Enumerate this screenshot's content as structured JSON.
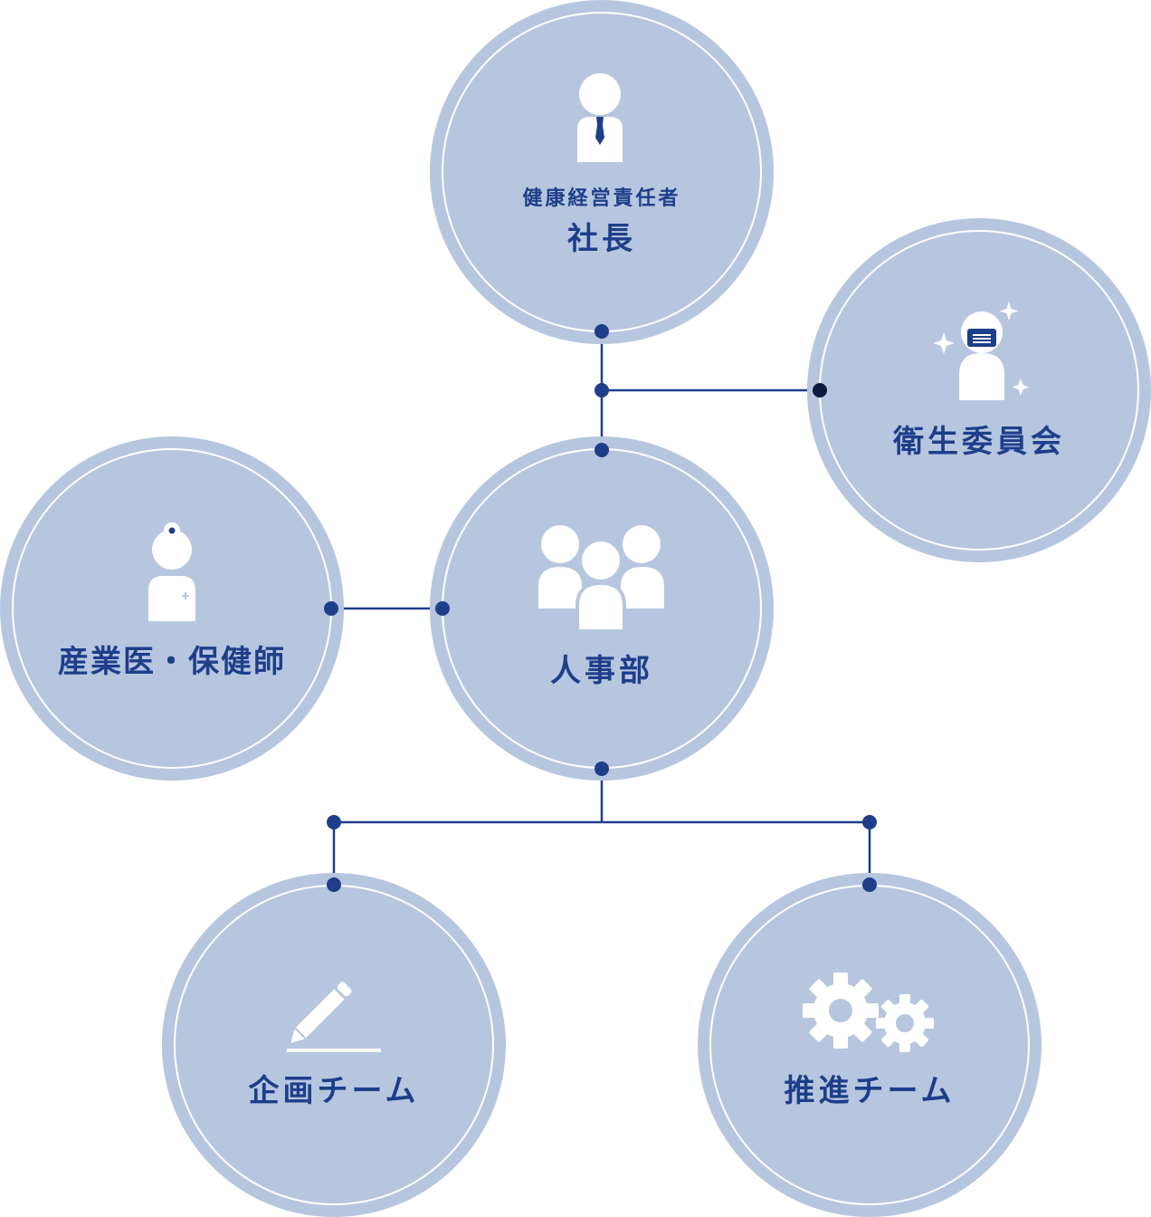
{
  "diagram": {
    "colors": {
      "circle_fill": "#b7c6df",
      "line": "#1e3e8a",
      "label": "#1e3e8a",
      "icon": "#ffffff"
    },
    "nodes": {
      "president": {
        "subtitle": "健康経営責任者",
        "title": "社長",
        "icon": "businessman-icon"
      },
      "health_committee": {
        "title": "衛生委員会",
        "icon": "masked-person-sparkle-icon"
      },
      "occupational_health": {
        "title": "産業医・保健師",
        "icon": "nurse-icon"
      },
      "hr_department": {
        "title": "人事部",
        "icon": "group-icon"
      },
      "planning_team": {
        "title": "企画チーム",
        "icon": "pencil-icon"
      },
      "promotion_team": {
        "title": "推進チーム",
        "icon": "gears-icon"
      }
    },
    "connections": [
      {
        "from": "president",
        "to": "hr_department"
      },
      {
        "from": "president",
        "to": "health_committee"
      },
      {
        "from": "hr_department",
        "to": "occupational_health"
      },
      {
        "from": "hr_department",
        "to": "planning_team"
      },
      {
        "from": "hr_department",
        "to": "promotion_team"
      }
    ]
  }
}
